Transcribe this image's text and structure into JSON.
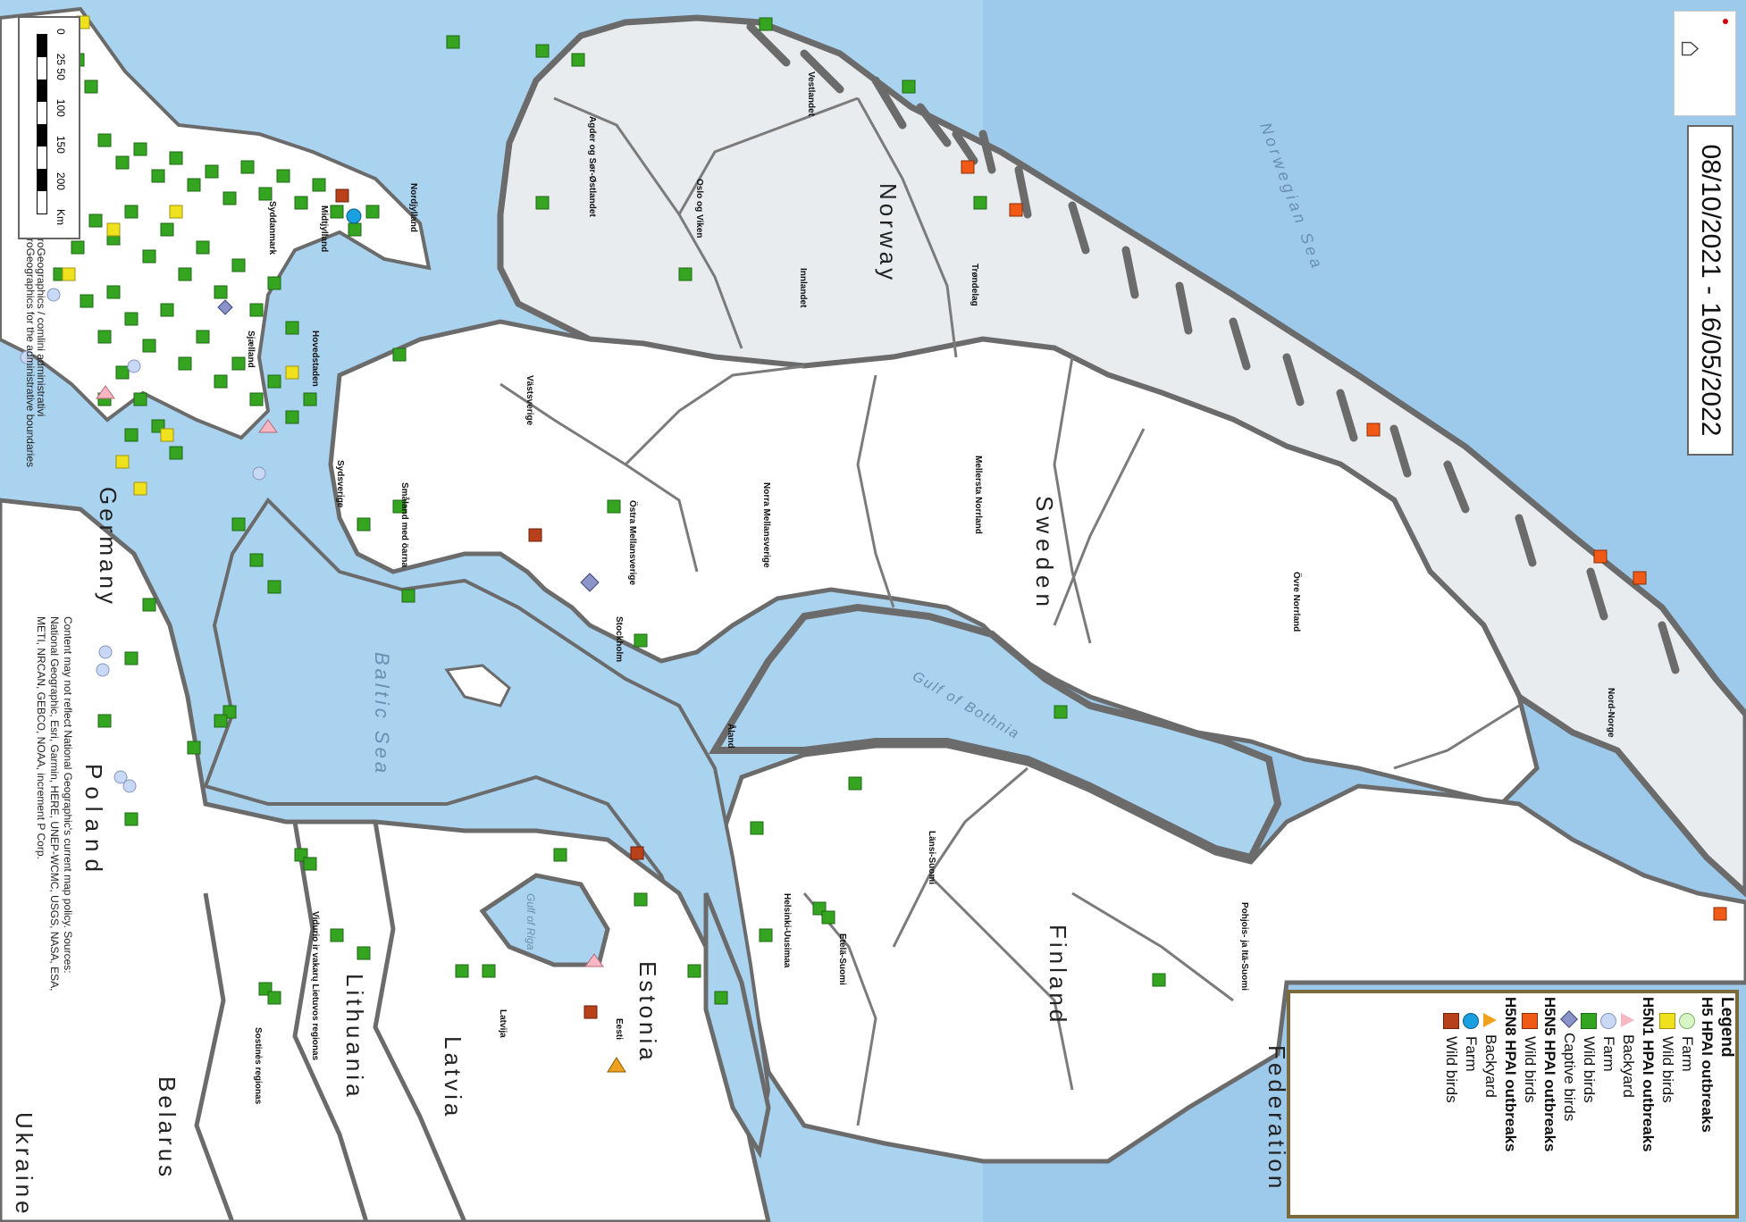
{
  "date_range": "08/10/2021 - 16/05/2022",
  "legend": {
    "title": "Legend",
    "groups": [
      {
        "header": "H5 HPAI outbreaks",
        "items": [
          {
            "label": "Farm",
            "symbol": "circle",
            "color": "#d8f5c6"
          },
          {
            "label": "Wild birds",
            "symbol": "square",
            "color": "#f0e11e"
          }
        ]
      },
      {
        "header": "H5N1 HPAI outbreaks",
        "items": [
          {
            "label": "Backyard",
            "symbol": "triangle",
            "color": "#f6b7c3"
          },
          {
            "label": "Farm",
            "symbol": "circle",
            "color": "#c9d8f5"
          },
          {
            "label": "Wild birds",
            "symbol": "square",
            "color": "#34a421"
          },
          {
            "label": "Captive birds",
            "symbol": "diamond",
            "color": "#8a94c8"
          }
        ]
      },
      {
        "header": "H5N5 HPAI outbreaks",
        "items": [
          {
            "label": "Wild birds",
            "symbol": "square",
            "color": "#f05a16"
          }
        ]
      },
      {
        "header": "H5N8 HPAI outbreaks",
        "items": [
          {
            "label": "Backyard",
            "symbol": "triangle",
            "color": "#f0a21e"
          },
          {
            "label": "Farm",
            "symbol": "circle",
            "color": "#1a9fe0"
          },
          {
            "label": "Wild birds",
            "symbol": "square",
            "color": "#b8401a"
          }
        ]
      }
    ]
  },
  "scale_bar": {
    "ticks": [
      "0",
      "25 50",
      "100",
      "150",
      "200"
    ],
    "unit": "Km"
  },
  "credits": {
    "line1": "© EuroGeographics for the administrative boundaries",
    "line2": "© EuroGeographics / comlini administrativi",
    "line3": "Content may not reflect National Geographic's current map policy. Sources:",
    "line4": "National Geographic, Esri, Garmin, HERE, UNEP-WCMC, USGS, NASA, ESA,",
    "line5": "METI, NRCAN, GEBCO, NOAA, increment P Corp."
  },
  "countries": {
    "norway": "Norway",
    "sweden": "Sweden",
    "finland": "Finland",
    "germany": "Germany",
    "poland": "Poland",
    "lithuania": "Lithuania",
    "latvia": "Latvia",
    "estonia": "Estonia",
    "belarus": "Belarus",
    "ukraine": "Ukraine",
    "federation": "Federation"
  },
  "seas": {
    "baltic": "Baltic Sea",
    "norwegian": "Norwegian Sea",
    "bothnia": "Gulf of Bothnia",
    "riga": "Gulf of Riga"
  },
  "regions": {
    "agder": "Agder og Sør-Østlandet",
    "oslo": "Oslo og Viken",
    "innlandet": "Innlandet",
    "vestlandet": "Vestlandet",
    "trondelag": "Trøndelag",
    "nordnorge": "Nord-Norge",
    "vastsverige": "Västsverige",
    "smaland": "Småland med öarna",
    "ostra": "Östra Mellansverige",
    "norra": "Norra Mellansverige",
    "mellersta": "Mellersta Norrland",
    "ovre": "Övre Norrland",
    "stockholm": "Stockholm",
    "sydsverige": "Sydsverige",
    "aland": "Åland",
    "lansisuomi": "Länsi-Suomi",
    "pohjois": "Pohjois- ja Itä-Suomi",
    "etela": "Etelä-Suomi",
    "helsinki": "Helsinki-Uusimaa",
    "latvija": "Latvija",
    "eesti": "Eesti",
    "vidurio": "Vidurio ir vakarų Lietuvos regionas",
    "sostines": "Sostinės regionas",
    "hovedstaden": "Hovedstaden",
    "sjaelland": "Sjælland",
    "syddanmark": "Syddanmark",
    "midtjylland": "Midtjylland",
    "nordjylland": "Nordjylland"
  }
}
